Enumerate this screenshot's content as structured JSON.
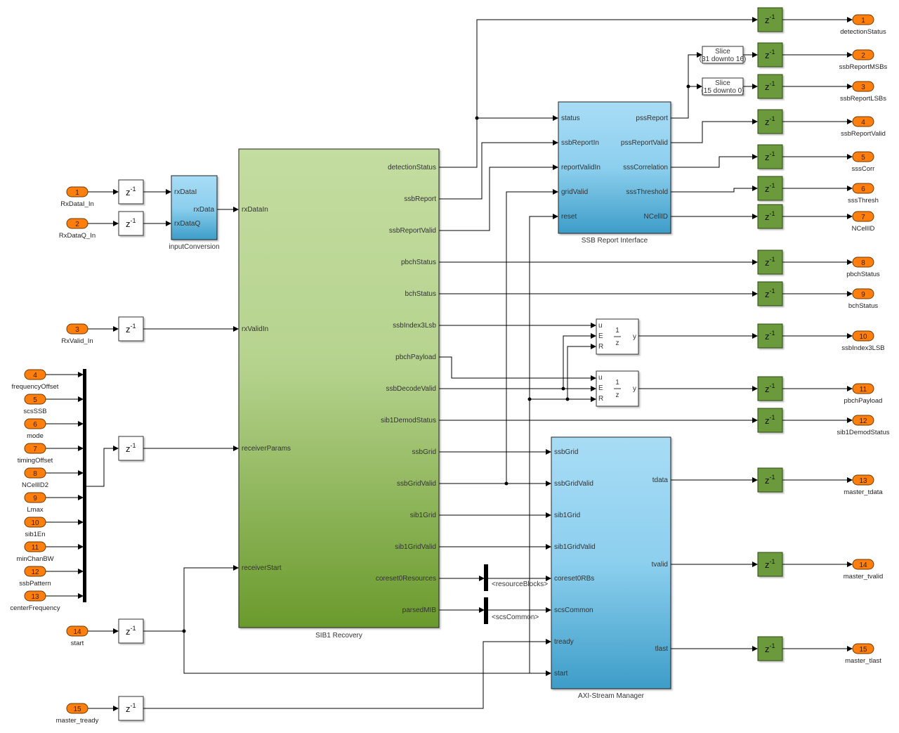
{
  "diagram": {
    "inports": [
      {
        "num": "1",
        "label": "RxDataI_In"
      },
      {
        "num": "2",
        "label": "RxDataQ_In"
      },
      {
        "num": "3",
        "label": "RxValid_In"
      },
      {
        "num": "4",
        "label": "frequencyOffset"
      },
      {
        "num": "5",
        "label": "scsSSB"
      },
      {
        "num": "6",
        "label": "mode"
      },
      {
        "num": "7",
        "label": "timingOffset"
      },
      {
        "num": "8",
        "label": "NCellID2"
      },
      {
        "num": "9",
        "label": "Lmax"
      },
      {
        "num": "10",
        "label": "sib1En"
      },
      {
        "num": "11",
        "label": "minChanBW"
      },
      {
        "num": "12",
        "label": "ssbPattern"
      },
      {
        "num": "13",
        "label": "centerFrequency"
      },
      {
        "num": "14",
        "label": "start"
      },
      {
        "num": "15",
        "label": "master_tready"
      }
    ],
    "outports": [
      {
        "num": "1",
        "label": "detectionStatus"
      },
      {
        "num": "2",
        "label": "ssbReportMSBs"
      },
      {
        "num": "3",
        "label": "ssbReportLSBs"
      },
      {
        "num": "4",
        "label": "ssbReportValid"
      },
      {
        "num": "5",
        "label": "sssCorr"
      },
      {
        "num": "6",
        "label": "sssThresh"
      },
      {
        "num": "7",
        "label": "NCellID"
      },
      {
        "num": "8",
        "label": "pbchStatus"
      },
      {
        "num": "9",
        "label": "bchStatus"
      },
      {
        "num": "10",
        "label": "ssbIndex3LSB"
      },
      {
        "num": "11",
        "label": "pbchPayload"
      },
      {
        "num": "12",
        "label": "sib1DemodStatus"
      },
      {
        "num": "13",
        "label": "master_tdata"
      },
      {
        "num": "14",
        "label": "master_tvalid"
      },
      {
        "num": "15",
        "label": "master_tlast"
      }
    ],
    "delay_label": "z-1",
    "input_conversion": {
      "name": "inputConversion",
      "inputs": [
        "rxDataI",
        "rxDataQ"
      ],
      "outputs": [
        "rxData"
      ]
    },
    "sib1_recovery": {
      "name": "SIB1 Recovery",
      "inputs": [
        "rxDataIn",
        "rxValidIn",
        "receiverParams",
        "receiverStart"
      ],
      "outputs": [
        "detectionStatus",
        "ssbReport",
        "ssbReportValid",
        "pbchStatus",
        "bchStatus",
        "ssbIndex3Lsb",
        "pbchPayload",
        "ssbDecodeValid",
        "sib1DemodStatus",
        "ssbGrid",
        "ssbGridValid",
        "sib1Grid",
        "sib1GridValid",
        "coreset0Resources",
        "parsedMIB"
      ]
    },
    "ssb_report": {
      "name": "SSB Report Interface",
      "inputs": [
        "status",
        "ssbReportIn",
        "reportValidIn",
        "gridValid",
        "reset"
      ],
      "outputs": [
        "pssReport",
        "pssReportValid",
        "sssCorrelation",
        "sssThreshold",
        "NCellID"
      ]
    },
    "axi_manager": {
      "name": "AXI-Stream Manager",
      "inputs": [
        "ssbGrid",
        "ssbGridValid",
        "sib1Grid",
        "sib1GridValid",
        "coreset0RBs",
        "scsCommon",
        "tready",
        "start"
      ],
      "outputs": [
        "tdata",
        "tvalid",
        "tlast"
      ]
    },
    "slices": [
      {
        "title": "Slice",
        "range": "(31 downto 16)"
      },
      {
        "title": "Slice",
        "range": "(15 downto 0)"
      }
    ],
    "enabled_delays": [
      {
        "inputs": [
          "u",
          "E",
          "R"
        ],
        "output": "y",
        "num": "1",
        "den": "z"
      },
      {
        "inputs": [
          "u",
          "E",
          "R"
        ],
        "output": "y",
        "num": "1",
        "den": "z"
      }
    ],
    "bus_selectors": [
      {
        "signal": "<resourceBlocks>"
      },
      {
        "signal": "<scsCommon>"
      }
    ],
    "colors": {
      "inport": "#ff7f0e",
      "delay_green": "#6b9a3a",
      "sib1_top": "#c3dca0",
      "sib1_bottom": "#6a9a2c",
      "subsystem_top": "#a8dcf5",
      "subsystem_bottom": "#3d9dc8"
    }
  }
}
